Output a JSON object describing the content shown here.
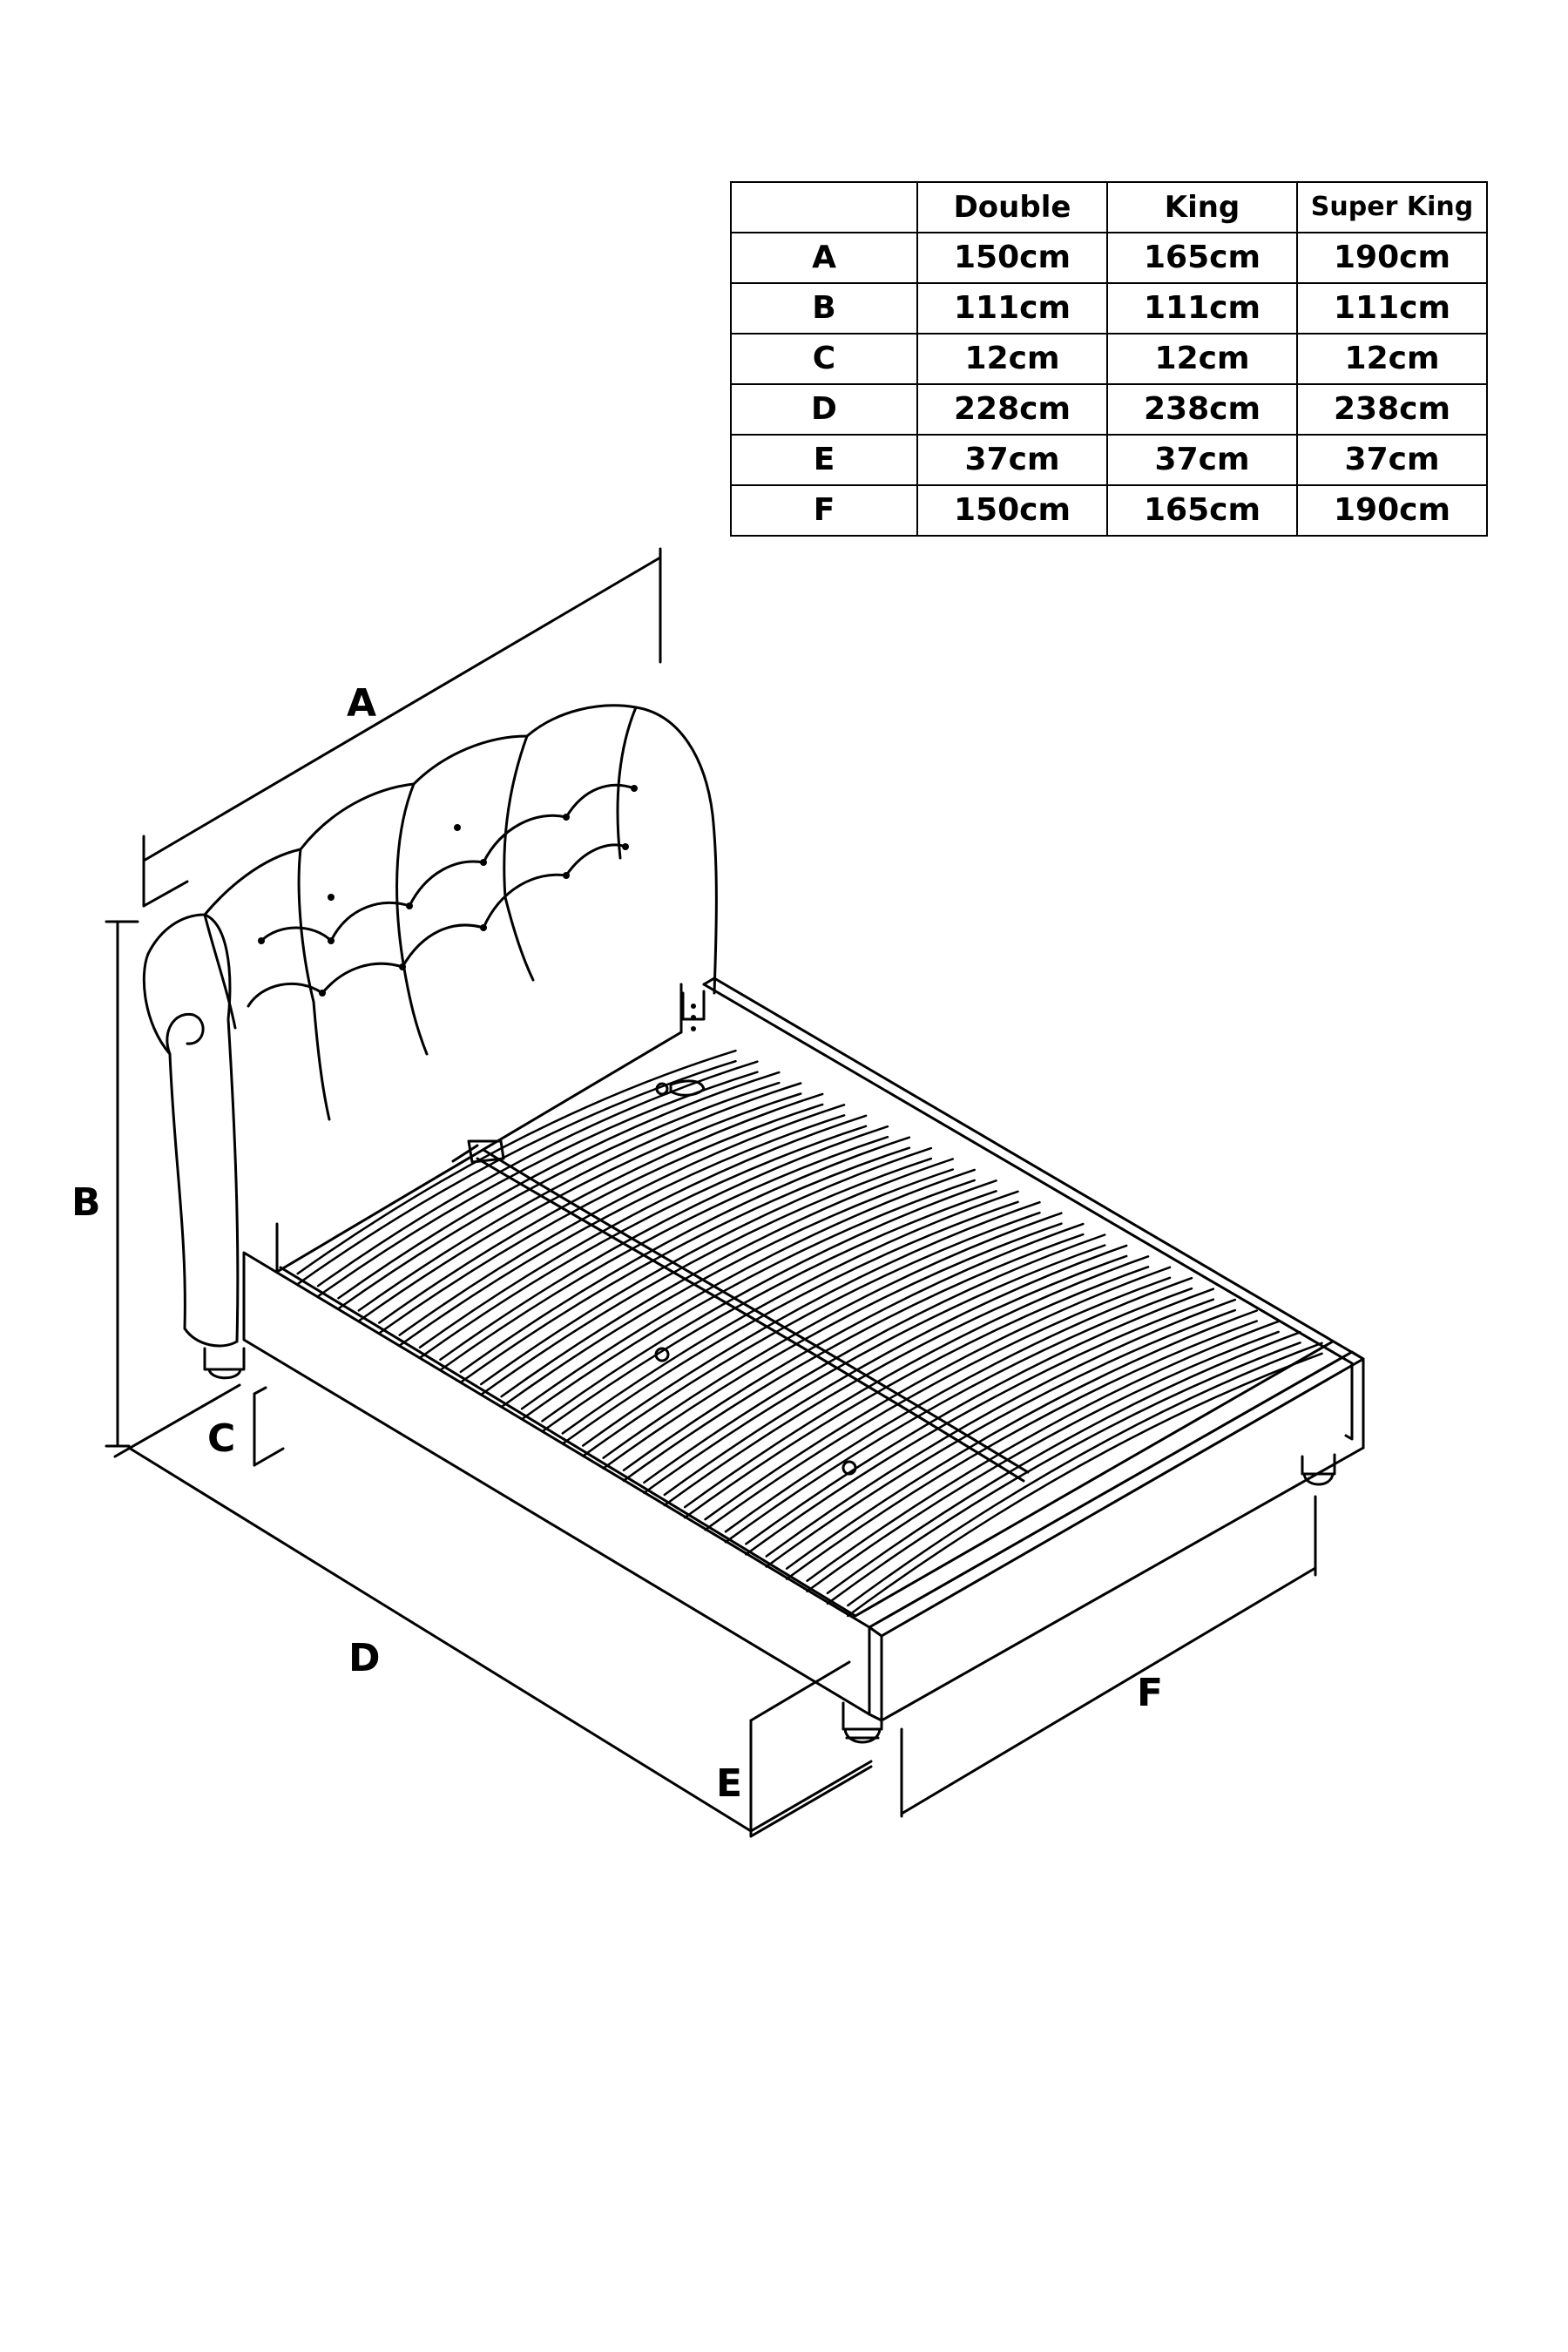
{
  "table": {
    "columns": [
      "",
      "Double",
      "King",
      "Super King"
    ],
    "rows": [
      {
        "label": "A",
        "double": "150cm",
        "king": "165cm",
        "super_king": "190cm"
      },
      {
        "label": "B",
        "double": "111cm",
        "king": "111cm",
        "super_king": "111cm"
      },
      {
        "label": "C",
        "double": "12cm",
        "king": "12cm",
        "super_king": "12cm"
      },
      {
        "label": "D",
        "double": "228cm",
        "king": "238cm",
        "super_king": "238cm"
      },
      {
        "label": "E",
        "double": "37cm",
        "king": "37cm",
        "super_king": "37cm"
      },
      {
        "label": "F",
        "double": "150cm",
        "king": "165cm",
        "super_king": "190cm"
      }
    ]
  },
  "dimension_labels": {
    "a": "A",
    "b": "B",
    "c": "C",
    "d": "D",
    "e": "E",
    "f": "F"
  },
  "diagram": {
    "subject": "bed-frame-icon",
    "line_color": "#000000",
    "slat_count": 28
  }
}
